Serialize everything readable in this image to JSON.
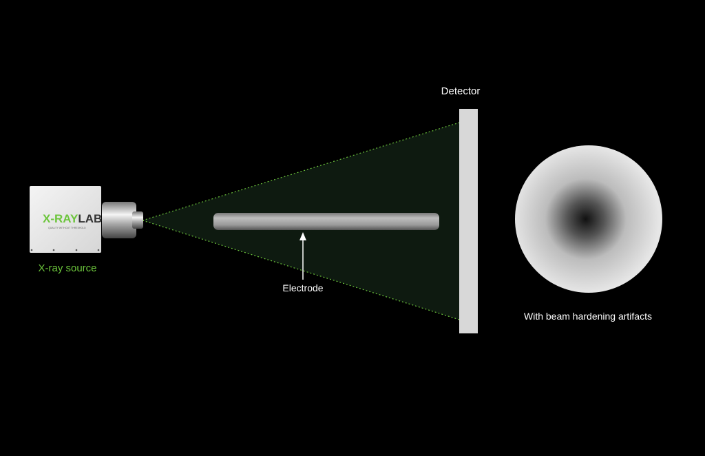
{
  "labels": {
    "detector": "Detector",
    "source": "X-ray source",
    "electrode": "Electrode",
    "result": "With beam hardening artifacts"
  },
  "logo": {
    "brand_accent": "X-RAY",
    "brand_rest": "LAB"
  },
  "colors": {
    "background": "#000000",
    "accent_green": "#6cc53c",
    "beam_fill": "#0e1a10",
    "detector": "#d8d8d8"
  }
}
